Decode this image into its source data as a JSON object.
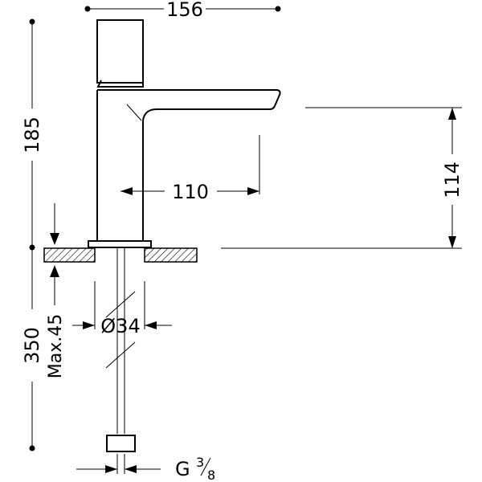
{
  "dimensions": {
    "overall_width": "156",
    "body_height": "185",
    "spout_reach": "110",
    "spout_height": "114",
    "total_height": "350",
    "max_deck_thickness": "Max.45",
    "hole_diameter": "Ø34",
    "thread_prefix": "G",
    "thread_num": "3",
    "thread_den": "8"
  },
  "colors": {
    "ink": "#000000",
    "background": "#ffffff"
  }
}
